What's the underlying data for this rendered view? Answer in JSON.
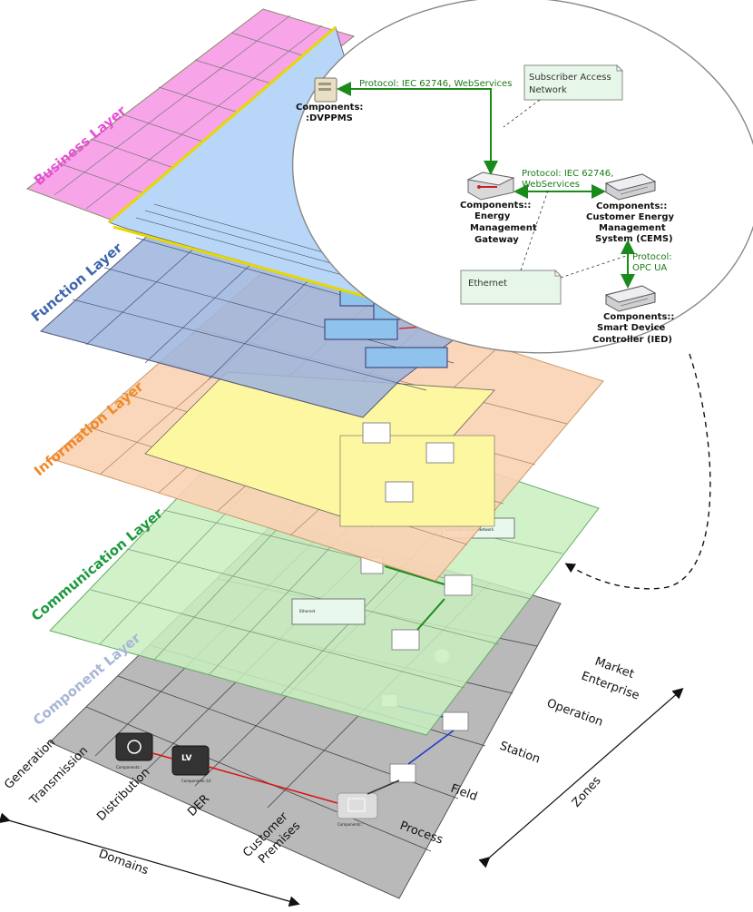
{
  "layers": {
    "business": {
      "label": "Business Layer",
      "color": "#ea4fd6"
    },
    "function": {
      "label": "Function Layer",
      "color": "#4a6fb0"
    },
    "information": {
      "label": "Information Layer",
      "color": "#f08b2a"
    },
    "communication": {
      "label": "Communication Layer",
      "color": "#2aa84a"
    },
    "component": {
      "label": "Component Layer",
      "color": "#a9b8d8"
    }
  },
  "zones": {
    "market": "Market",
    "enterprise": "Enterprise",
    "operation": "Operation",
    "station": "Station",
    "field": "Field",
    "process": "Process",
    "axis_label": "Zones"
  },
  "domains": {
    "generation": "Generation",
    "transmission": "Transmission",
    "distribution": "Distribution",
    "der": "DER",
    "customer_premises_1": "Customer",
    "customer_premises_2": "Premises",
    "axis_label": "Domains"
  },
  "callout": {
    "dvppms": {
      "line1": "Components:",
      "line2": ":DVPPMS"
    },
    "emg": {
      "line1": "Components::",
      "line2": "Energy",
      "line3": "Management",
      "line4": "Gateway"
    },
    "cems": {
      "line1": "Components::",
      "line2": "Customer Energy",
      "line3": "Management",
      "line4": "System (CEMS)"
    },
    "sdc": {
      "line1": "Components::",
      "line2": "Smart Device",
      "line3": "Controller (IED)"
    },
    "protocol_top": "Protocol: IEC 62746, WebServices",
    "protocol_mid_1": "Protocol: IEC 62746,",
    "protocol_mid_2": "WebServices",
    "protocol_right_1": "Protocol:",
    "protocol_right_2": "OPC UA",
    "note_subscriber_1": "Subscriber Access",
    "note_subscriber_2": "Network",
    "note_ethernet": "Ethernet"
  }
}
